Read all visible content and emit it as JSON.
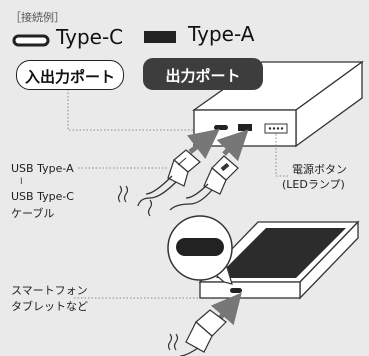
{
  "connection_example": "［接続例］",
  "legend": {
    "type_c": "Type-C",
    "type_a": "Type-A"
  },
  "ports": {
    "input_output": "入出力ポート",
    "output": "出力ポート"
  },
  "cable": {
    "usb_type_a": "USB Type-A",
    "separator": "I",
    "usb_type_c": "USB Type-C",
    "label": "ケーブル"
  },
  "power_button": {
    "line1": "電源ボタン",
    "line2": "(LEDランプ)"
  },
  "device": {
    "line1": "スマートフォン",
    "line2": "タブレットなど"
  },
  "colors": {
    "background": "#eaeaea",
    "dark": "#333333",
    "arrow": "#777777"
  }
}
